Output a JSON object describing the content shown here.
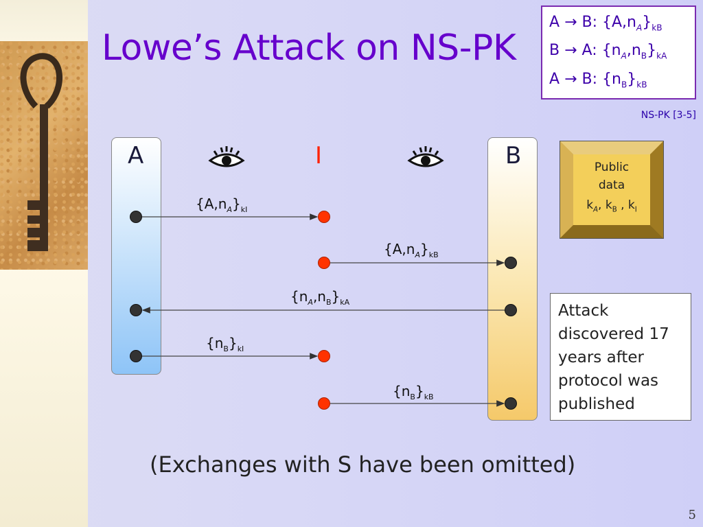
{
  "title": "Lowe’s Attack on NS-PK",
  "protocol": {
    "lines": [
      {
        "from": "A",
        "arrow": "→",
        "to": "B",
        "content": ": {A,n",
        "sub1": "A",
        "close": "}",
        "sub2": "kB"
      },
      {
        "from": "B",
        "arrow": "→",
        "to": "A",
        "content": ": {n",
        "sub1": "A",
        "mid": ",n",
        "sub3": "B",
        "close": "}",
        "sub2": "kA"
      },
      {
        "from": "A",
        "arrow": "→",
        "to": "B",
        "content": ": {n",
        "sub1": "B",
        "close": "}",
        "sub2": "kB"
      }
    ],
    "caption": "NS-PK [3-5]"
  },
  "principals": {
    "a": "A",
    "i": "I",
    "b": "B"
  },
  "messages": [
    {
      "pre": "{A,n",
      "s1": "A",
      "post": "}",
      "key": "kI",
      "from": "A",
      "to": "I"
    },
    {
      "pre": "{A,n",
      "s1": "A",
      "post": "}",
      "key": "kB",
      "from": "I",
      "to": "B"
    },
    {
      "pre": "{n",
      "s1": "A",
      "mid": ",n",
      "s2": "B",
      "post": "}",
      "key": "kA",
      "from": "B",
      "to": "A"
    },
    {
      "pre": "{n",
      "s1": "B",
      "post": "}",
      "key": "kI",
      "from": "A",
      "to": "I"
    },
    {
      "pre": "{n",
      "s1": "B",
      "post": "}",
      "key": "kB",
      "from": "I",
      "to": "B"
    }
  ],
  "public_data": {
    "title1": "Public",
    "title2": "data",
    "k": "k",
    "ka": "A",
    "sep1": ", k",
    "kb": "B",
    "sep2": " , k",
    "ki": "I"
  },
  "attack_note": [
    "Attack",
    "discovered 17",
    "years after",
    "protocol was",
    "published"
  ],
  "footer": "(Exchanges with S have been omitted)",
  "page_number": "5",
  "colors": {
    "title": "#6600cc",
    "intruder": "#ff2200",
    "dot_black": "#333333",
    "dot_red": "#ff3300"
  }
}
